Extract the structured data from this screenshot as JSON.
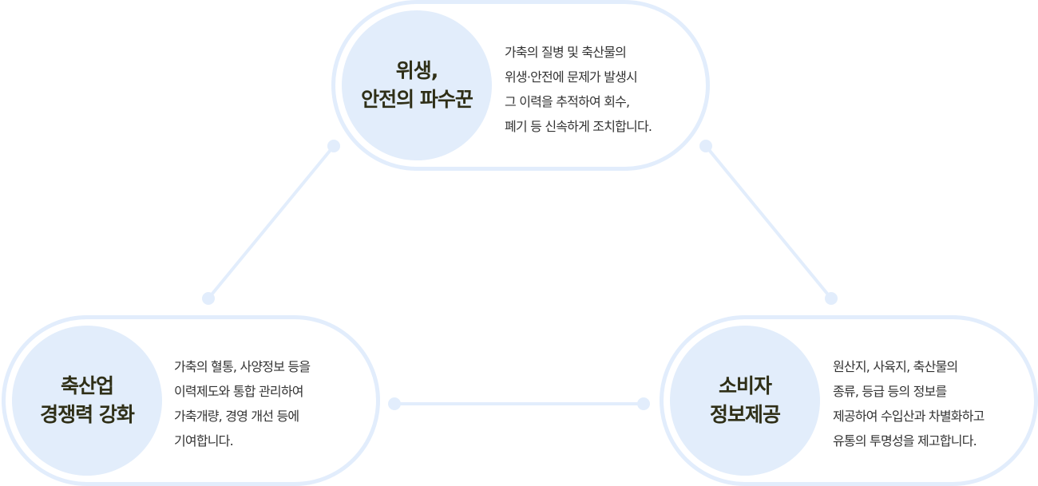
{
  "colors": {
    "border": "#e2edfc",
    "circle_fill": "#e2edfb",
    "connector": "#e2edfc",
    "title_text": "#2f2f17",
    "body_text": "#333333"
  },
  "nodes": [
    {
      "id": "hygiene-safety",
      "title_lines": [
        "위생,",
        "안전의 파수꾼"
      ],
      "desc_lines": [
        "가축의 질병 및 축산물의",
        "위생·안전에 문제가 발생시",
        "그 이력을 추적하여 회수,",
        "폐기 등 신속하게 조치합니다."
      ]
    },
    {
      "id": "livestock-competitiveness",
      "title_lines": [
        "축산업",
        "경쟁력 강화"
      ],
      "desc_lines": [
        "가축의 혈통, 사양정보 등을",
        "이력제도와 통합 관리하여",
        "가축개량, 경영 개선 등에",
        "기여합니다."
      ]
    },
    {
      "id": "consumer-info",
      "title_lines": [
        "소비자",
        "정보제공"
      ],
      "desc_lines": [
        "원산지, 사육지, 축산물의",
        "종류, 등급 등의 정보를",
        "제공하여 수입산과 차별화하고",
        "유통의 투명성을 제고합니다."
      ]
    }
  ],
  "connections": [
    {
      "from": "hygiene-safety",
      "to": "livestock-competitiveness"
    },
    {
      "from": "hygiene-safety",
      "to": "consumer-info"
    },
    {
      "from": "livestock-competitiveness",
      "to": "consumer-info"
    }
  ]
}
